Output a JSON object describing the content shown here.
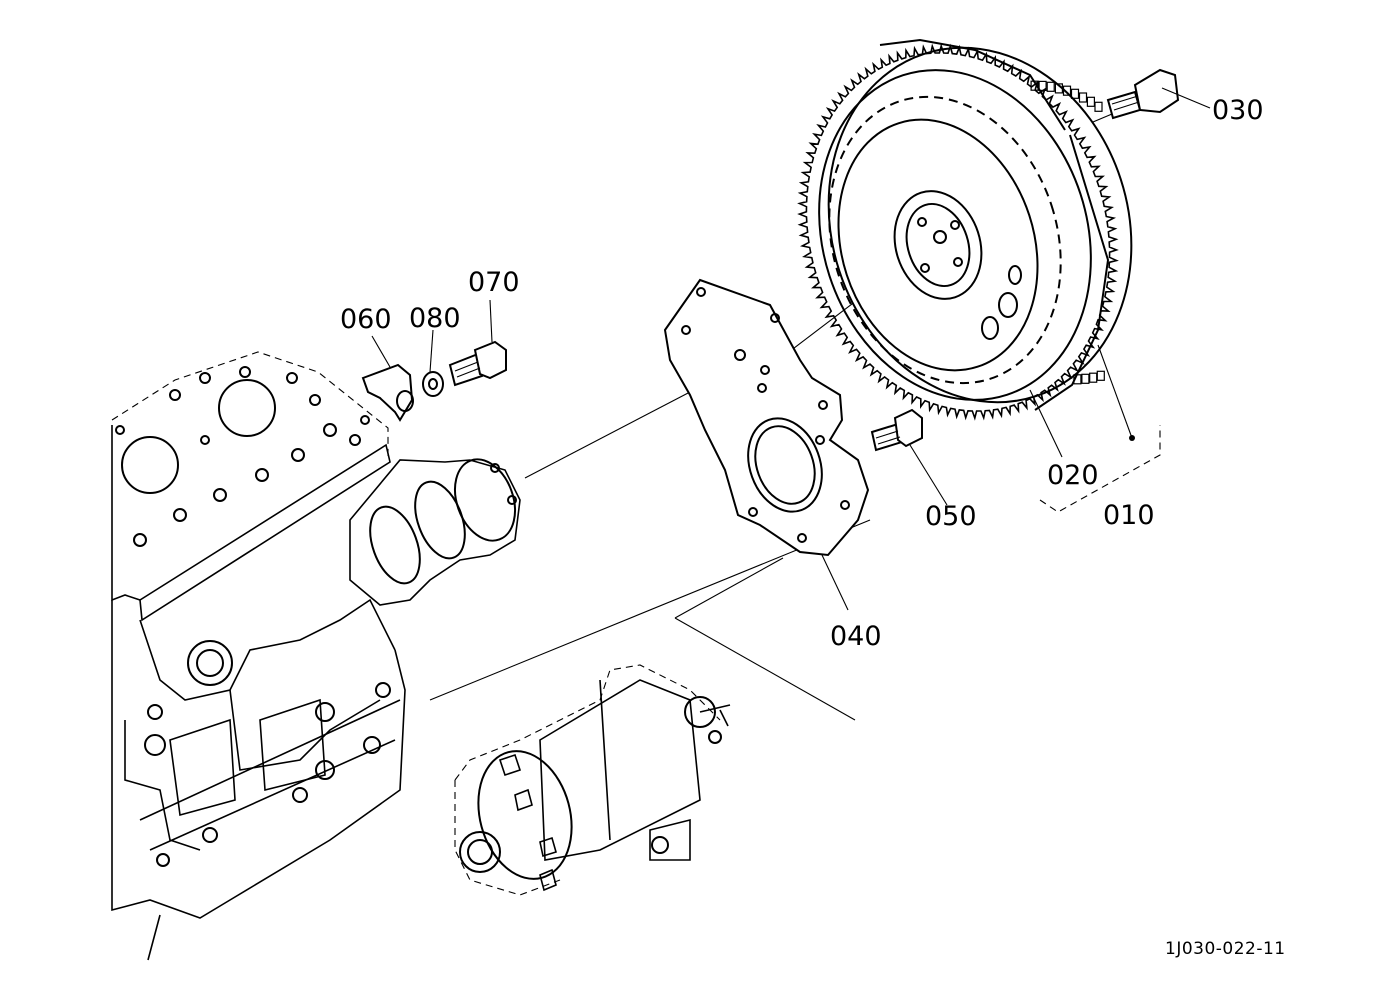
{
  "callouts": {
    "c010": "010",
    "c020": "020",
    "c030": "030",
    "c040": "040",
    "c050": "050",
    "c060": "060",
    "c070": "070",
    "c080": "080"
  },
  "figure_code": "1J030-022-11",
  "colors": {
    "ink": "#000000",
    "paper": "#ffffff"
  }
}
